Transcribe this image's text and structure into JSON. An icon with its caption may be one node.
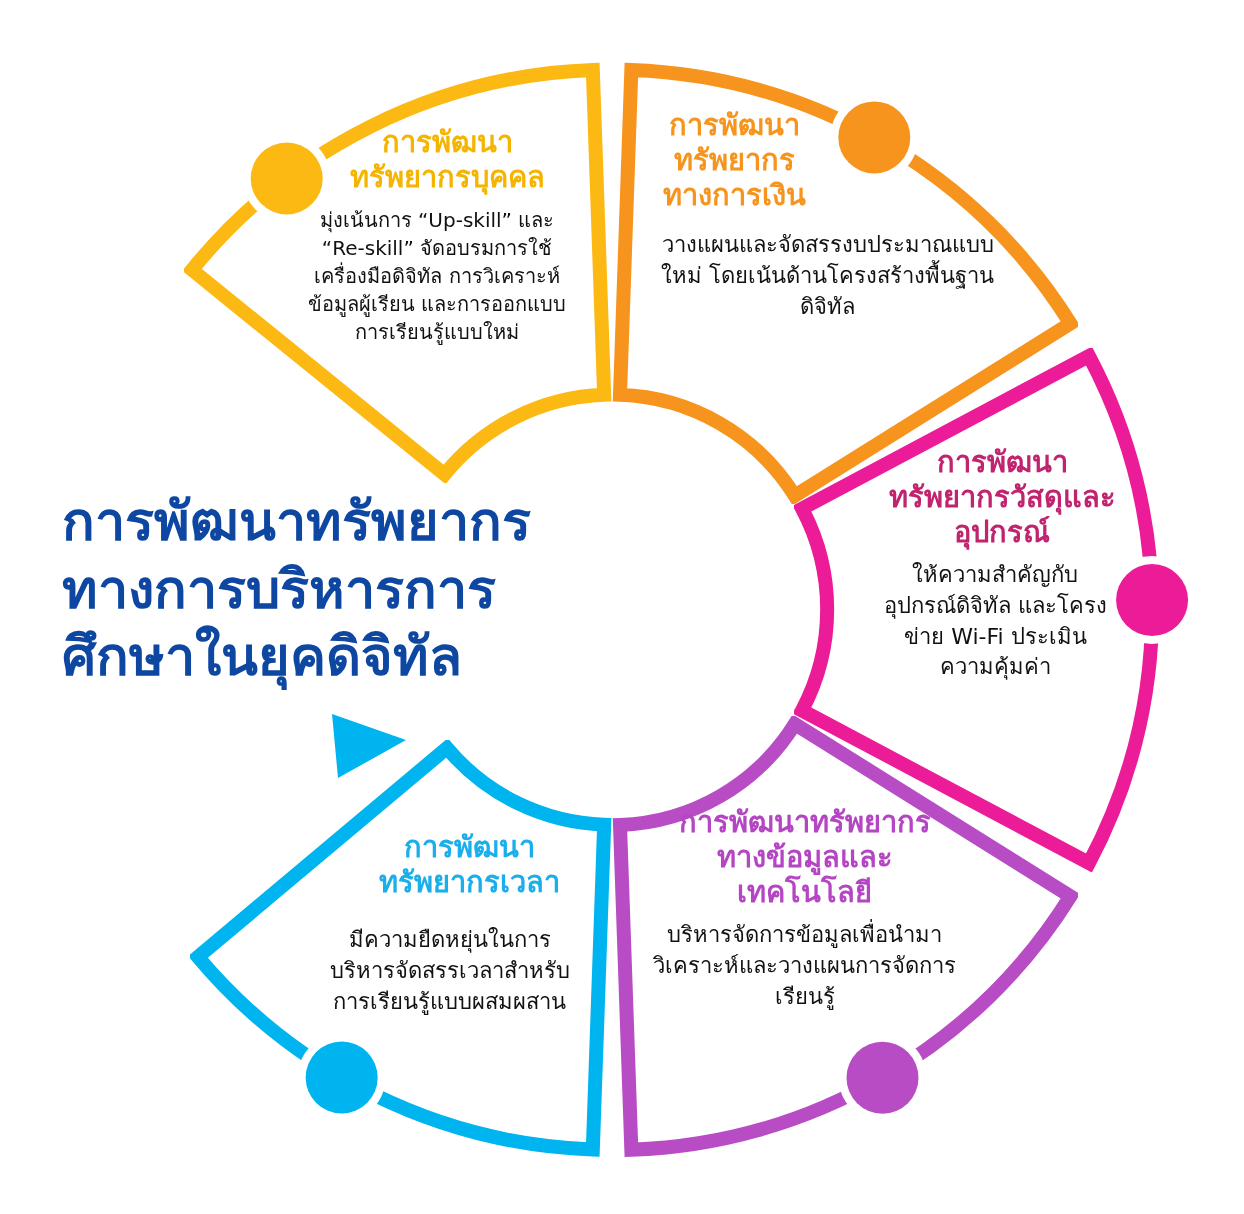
{
  "diagram": {
    "title": "การพัฒนาทรัพยากรทางการบริหารการศึกษาในยุคดิจิทัล",
    "nodes": [
      {
        "text": [
          "การพัฒนาทรัพยากรบุคคล",
          "มุ่งเน้นการ “Up-skill” และ “Re-skill” จัดอบรมการใช้เครื่องมือดิจิทัล การวิเคราะห์ข้อมูลผู้เรียน และการออกแบบการเรียนรู้แบบใหม่"
        ]
      },
      {
        "text": [
          "การพัฒนาทรัพยากรทางการเงิน",
          "วางแผนและจัดสรรงบประมาณแบบใหม่ โดยเน้นด้านโครงสร้างพื้นฐานดิจิทัล"
        ]
      },
      {
        "text": [
          "การพัฒนาทรัพยากรวัสดุและอุปกรณ์",
          "ให้ความสำคัญกับอุปกรณ์ดิจิทัล และโครงข่าย Wi-Fi ประเมินความคุ้มค่า"
        ]
      },
      {
        "text": [
          "การพัฒนาทรัพยากรทางข้อมูลและเทคโนโลยี",
          "บริหารจัดการข้อมูลเพื่อนำมาวิเคราะห์และวางแผนการจัดการเรียนรู้"
        ]
      },
      {
        "text": [
          "การพัฒนาทรัพยากรเวลา",
          "มีความยืดหยุ่นในการบริหารจัดสรรเวลาสำหรับการเรียนรู้แบบผสมผสาน"
        ]
      }
    ]
  }
}
